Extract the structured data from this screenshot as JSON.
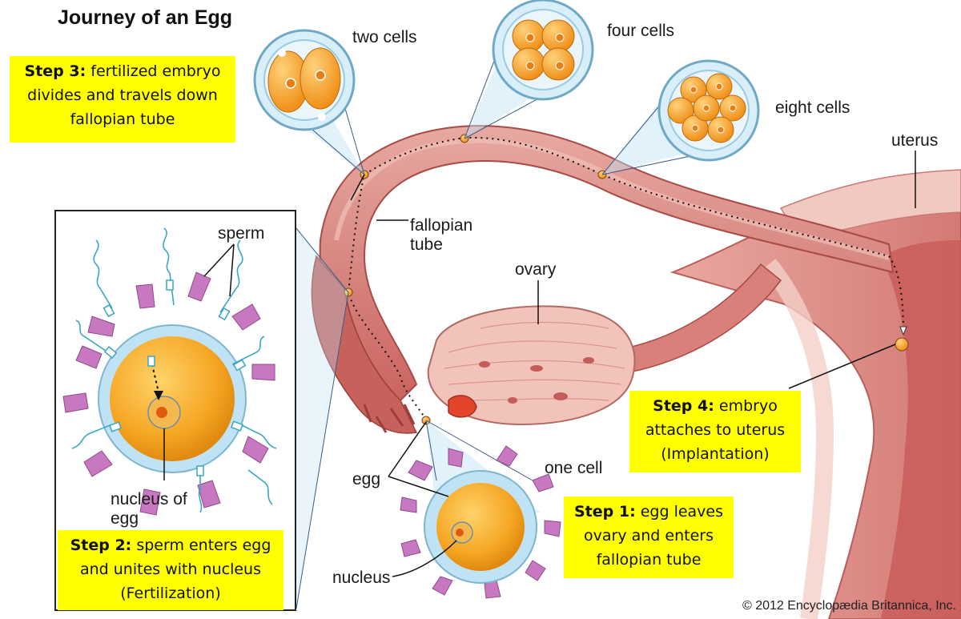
{
  "title": "Journey of an Egg",
  "labels": {
    "two_cells": "two cells",
    "four_cells": "four cells",
    "eight_cells": "eight cells",
    "uterus": "uterus",
    "sperm": "sperm",
    "fallopian_tube": "fallopian tube",
    "ovary": "ovary",
    "egg": "egg",
    "one_cell": "one cell",
    "nucleus": "nucleus",
    "nucleus_of_egg": "nucleus of egg"
  },
  "steps": [
    {
      "heading": "Step 3:",
      "text_lines": [
        "fertilized embryo",
        "divides and travels down",
        "fallopian tube"
      ]
    },
    {
      "heading": "Step 2:",
      "text_lines": [
        "sperm enters egg",
        "and unites with nucleus",
        "(Fertilization)"
      ]
    },
    {
      "heading": "Step 4:",
      "text_lines": [
        "embryo",
        "attaches to uterus",
        "(Implantation)"
      ]
    },
    {
      "heading": "Step 1:",
      "text_lines": [
        "egg leaves",
        "ovary and enters",
        "fallopian tube"
      ]
    }
  ],
  "credit": "© 2012 Encyclopædia Britannica, Inc.",
  "colors": {
    "step_box": "#ffff00",
    "tissue": "#d98a86",
    "tissue_light": "#f0c7bf",
    "egg_yolk": "#f5a623",
    "zona": "#bfe3f4",
    "cumulus": "#c878c0",
    "sperm": "#39a7c2"
  }
}
